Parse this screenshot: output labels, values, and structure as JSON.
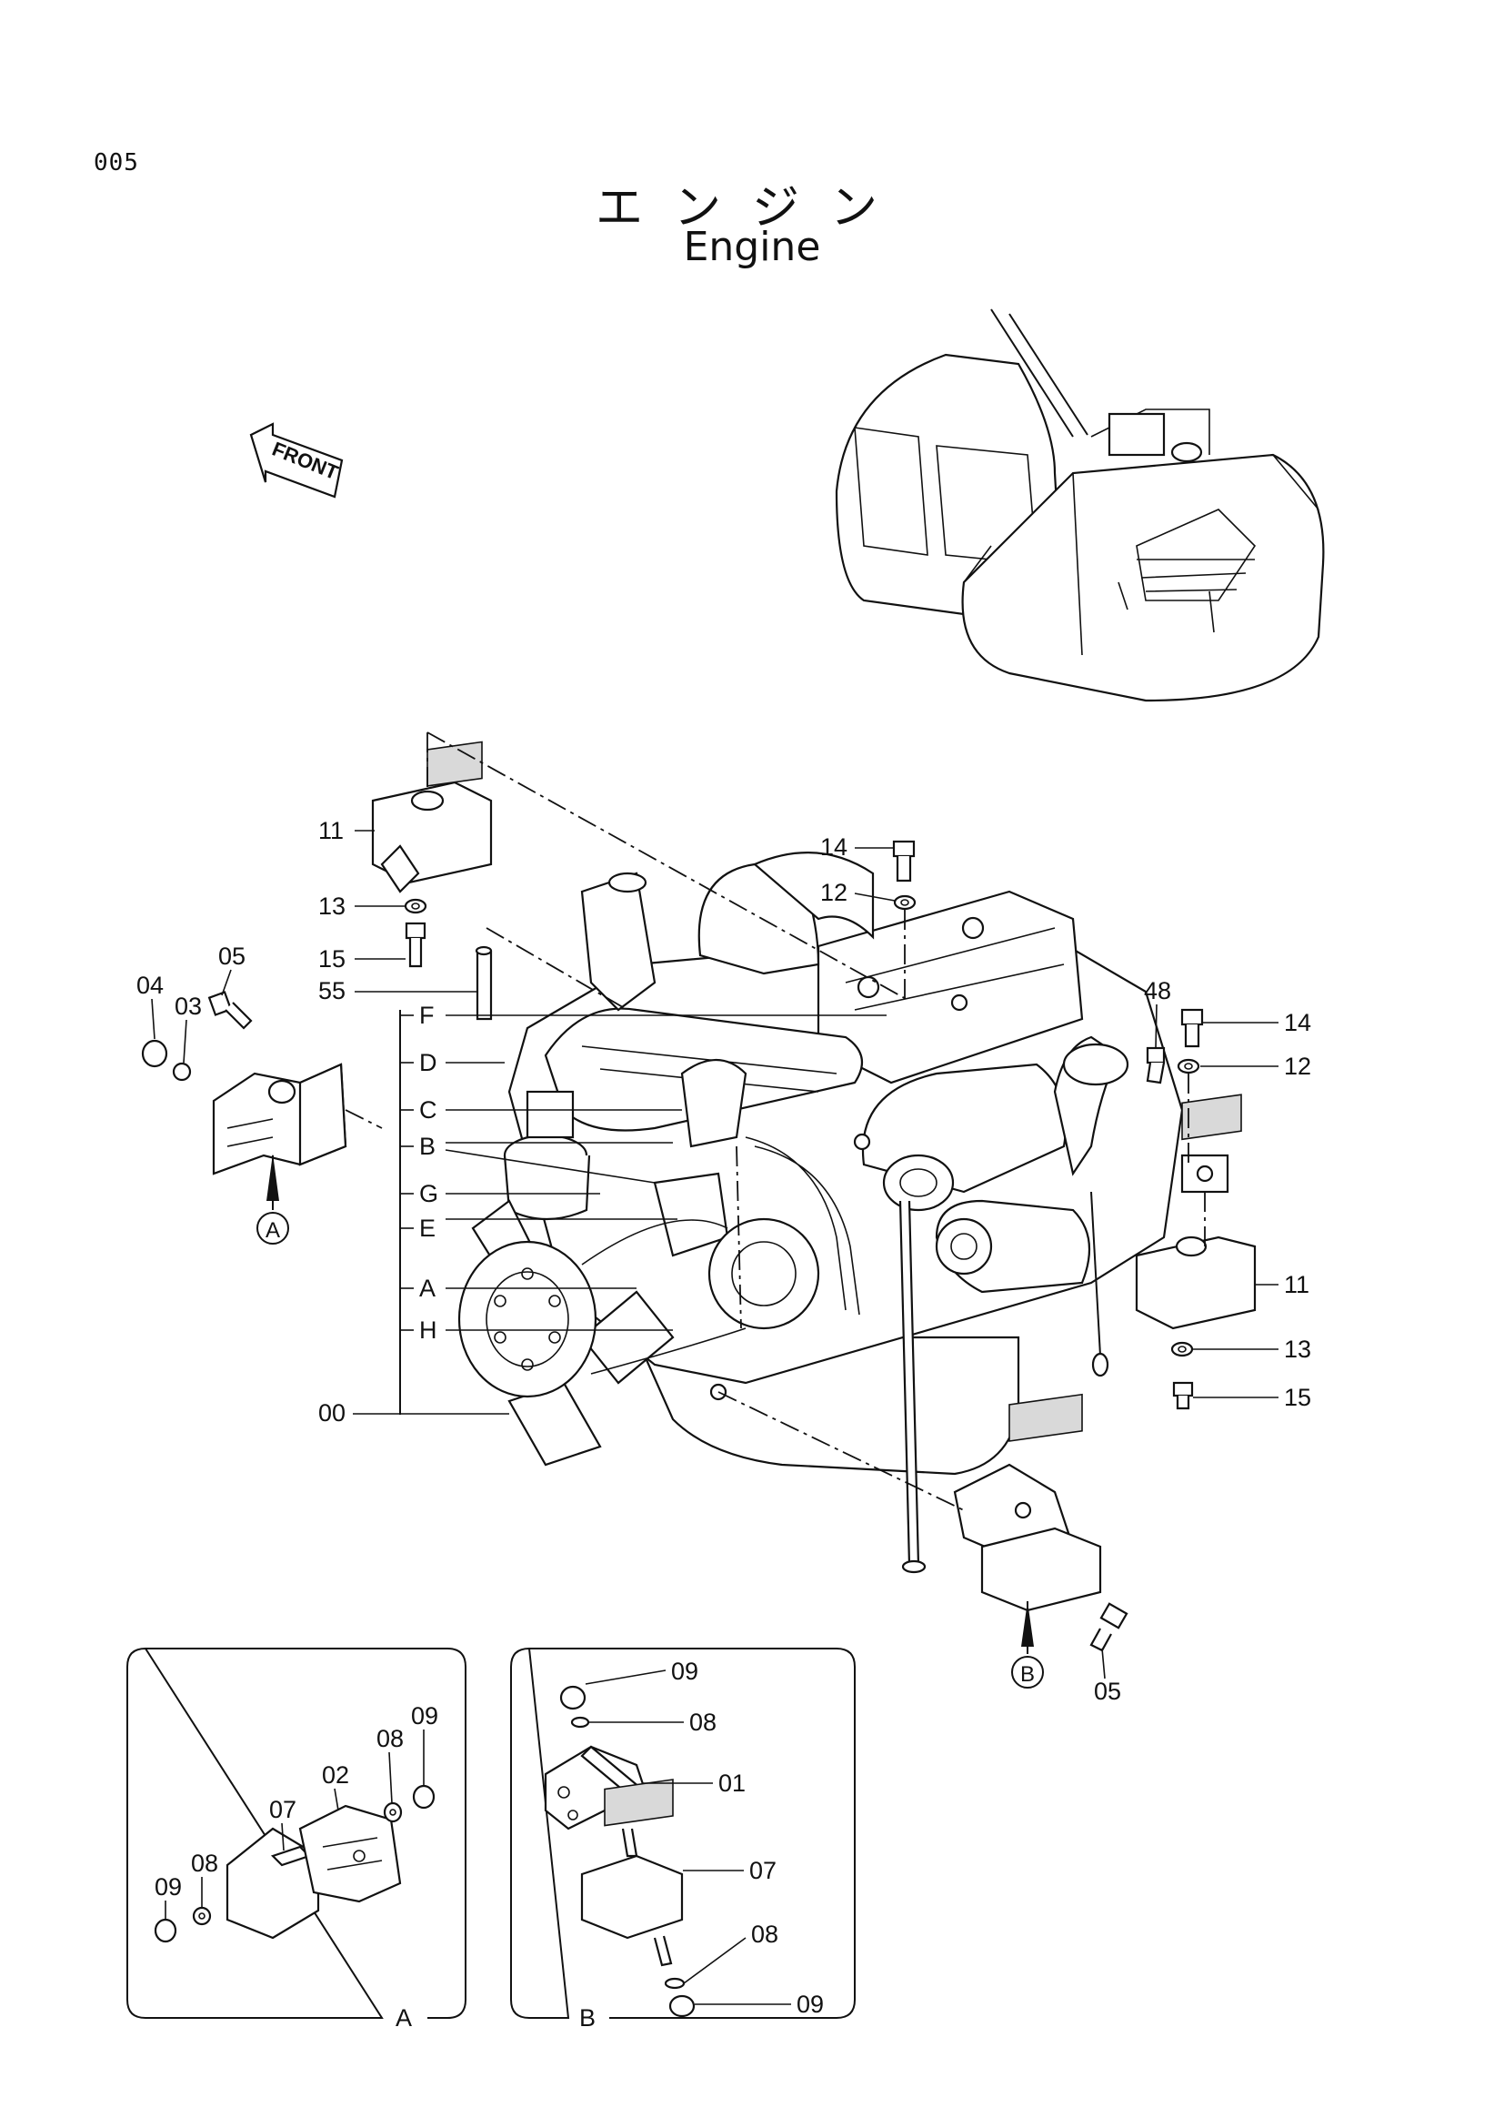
{
  "page": {
    "code": "005"
  },
  "title": {
    "japanese": "エンジン",
    "english": "Engine"
  },
  "front_arrow": {
    "text": "FRONT"
  },
  "callouts": {
    "m00": "00",
    "m55": "55",
    "m04": "04",
    "m03": "03",
    "m05a": "05",
    "m11a": "11",
    "m13a": "13",
    "m15a": "15",
    "m14a": "14",
    "m12a": "12",
    "m48": "48",
    "m14b": "14",
    "m12b": "12",
    "m11b": "11",
    "m13b": "13",
    "m15b": "15",
    "m05b": "05"
  },
  "letter_callouts": {
    "F": "F",
    "D": "D",
    "C": "C",
    "B": "B",
    "G": "G",
    "E": "E",
    "A": "A",
    "H": "H"
  },
  "circle_markers": {
    "A": "A",
    "B": "B"
  },
  "detail_a": {
    "caption": "A",
    "labels": {
      "p09a": "09",
      "p08a": "08",
      "p07": "07",
      "p02": "02",
      "p08b": "08",
      "p09b": "09"
    }
  },
  "detail_b": {
    "caption": "B",
    "labels": {
      "p09a": "09",
      "p08a": "08",
      "p01": "01",
      "p07": "07",
      "p08b": "08",
      "p09b": "09"
    }
  }
}
